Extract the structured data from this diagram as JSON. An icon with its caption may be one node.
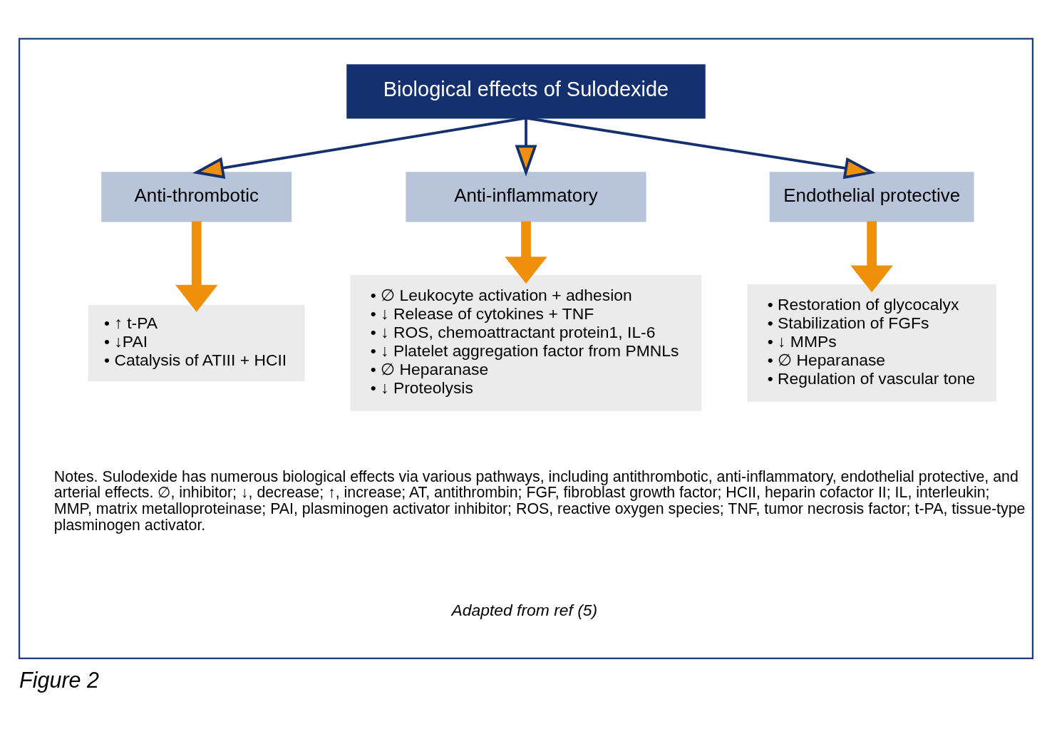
{
  "diagram": {
    "caption": "Figure 2",
    "nodes": [
      {
        "text": [],
        "shape": "box"
      },
      {
        "text": [
          "Biological effects of Sulodexide"
        ],
        "in": 0
      },
      {
        "text": [
          "Anti-thrombotic"
        ],
        "in": 0
      },
      {
        "text": [
          "Anti-inflammatory"
        ],
        "in": 0
      },
      {
        "text": [
          "Endothelial protective"
        ],
        "in": 0
      },
      {
        "text": [
          "• ↑ t-PA",
          "• ↓PAI",
          "• Catalysis of ATIII + HCII"
        ],
        "in": 0
      },
      {
        "text": [
          "• ∅ Leukocyte activation + adhesion",
          "• ↓ Release of cytokines + TNF",
          "• ↓ ROS, chemoattractant protein1, IL-6",
          "• ↓ Platelet aggregation factor from PMNLs",
          "• ∅ Heparanase",
          "• ↓ Proteolysis"
        ],
        "in": 0
      },
      {
        "text": [
          "• Restoration of glycocalyx",
          "• Stabilization of FGFs",
          "• ↓ MMPs",
          "• ∅ Heparanase",
          "• Regulation of vascular tone"
        ],
        "in": 0
      }
    ],
    "edges": [
      {
        "from": 1,
        "to": 2,
        "arrow": "to",
        "color": "#14306e"
      },
      {
        "from": 1,
        "to": 3,
        "arrow": "to",
        "color": "#14306e"
      },
      {
        "from": 1,
        "to": 4,
        "arrow": "to",
        "color": "#14306e"
      },
      {
        "from": 2,
        "to": 5,
        "arrow": "to",
        "style": "thick",
        "color": "#f0900a"
      },
      {
        "from": 3,
        "to": 6,
        "arrow": "to",
        "style": "thick",
        "color": "#f0900a"
      },
      {
        "from": 4,
        "to": 7,
        "arrow": "to",
        "style": "thick",
        "color": "#f0900a"
      }
    ],
    "labels": [
      "Notes. Sulodexide has numerous biological effects via various pathways, including antithrombotic, anti-inflammatory, endothelial protective, and arterial effects. ∅, inhibitor; ↓, decrease; ↑, increase; AT, antithrombin; FGF, fibroblast growth factor; HCII, heparin cofactor II; IL, interleukin; MMP, matrix metalloproteinase; PAI, plasminogen activator inhibitor; ROS, reactive oxygen species; TNF, tumor necrosis factor; t-PA, tissue-type plasminogen activator.",
      "Adapted from ref (5)"
    ]
  }
}
